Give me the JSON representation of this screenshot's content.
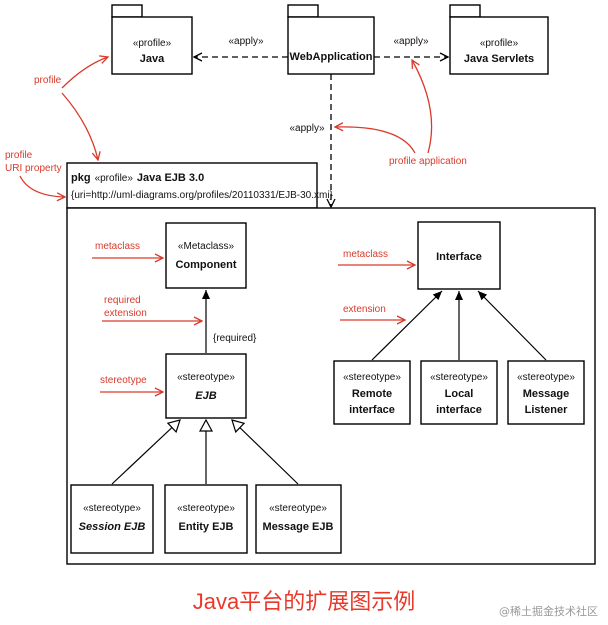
{
  "java_pkg": {
    "stereo": "«profile»",
    "name": "Java"
  },
  "webapp": {
    "name": "WebApplication"
  },
  "servlets_pkg": {
    "stereo": "«profile»",
    "name": "Java Servlets"
  },
  "apply_left": "«apply»",
  "apply_right": "«apply»",
  "apply_down": "«apply»",
  "ejb_pkg": {
    "title_prefix": "pkg",
    "title_stereo": "«profile»",
    "title_name": "Java EJB 3.0",
    "uri": "{uri=http://uml-diagrams.org/profiles/20110331/EJB-30.xmi}"
  },
  "component": {
    "stereo": "«Metaclass»",
    "name": "Component"
  },
  "required_label": "{required}",
  "ejb": {
    "stereo": "«stereotype»",
    "name": "EJB"
  },
  "session_ejb": {
    "stereo": "«stereotype»",
    "name": "Session EJB"
  },
  "entity_ejb": {
    "stereo": "«stereotype»",
    "name": "Entity EJB"
  },
  "message_ejb": {
    "stereo": "«stereotype»",
    "name": "Message EJB"
  },
  "interface": {
    "name": "Interface"
  },
  "remote_interface": {
    "stereo": "«stereotype»",
    "line1": "Remote",
    "line2": "interface"
  },
  "local_interface": {
    "stereo": "«stereotype»",
    "line1": "Local",
    "line2": "interface"
  },
  "message_listener": {
    "stereo": "«stereotype»",
    "line1": "Message",
    "line2": "Listener"
  },
  "annotations": {
    "profile": "profile",
    "profile_uri_1": "profile",
    "profile_uri_2": "URI property",
    "profile_application": "profile application",
    "metaclass_left": "metaclass",
    "required_extension_1": "required",
    "required_extension_2": "extension",
    "stereotype": "stereotype",
    "metaclass_right": "metaclass",
    "extension": "extension"
  },
  "caption": "Java平台的扩展图示例",
  "watermark": "@稀土掘金技术社区",
  "colors": {
    "annotation": "#d93a2b",
    "caption": "#e8392a",
    "line": "#000000"
  }
}
